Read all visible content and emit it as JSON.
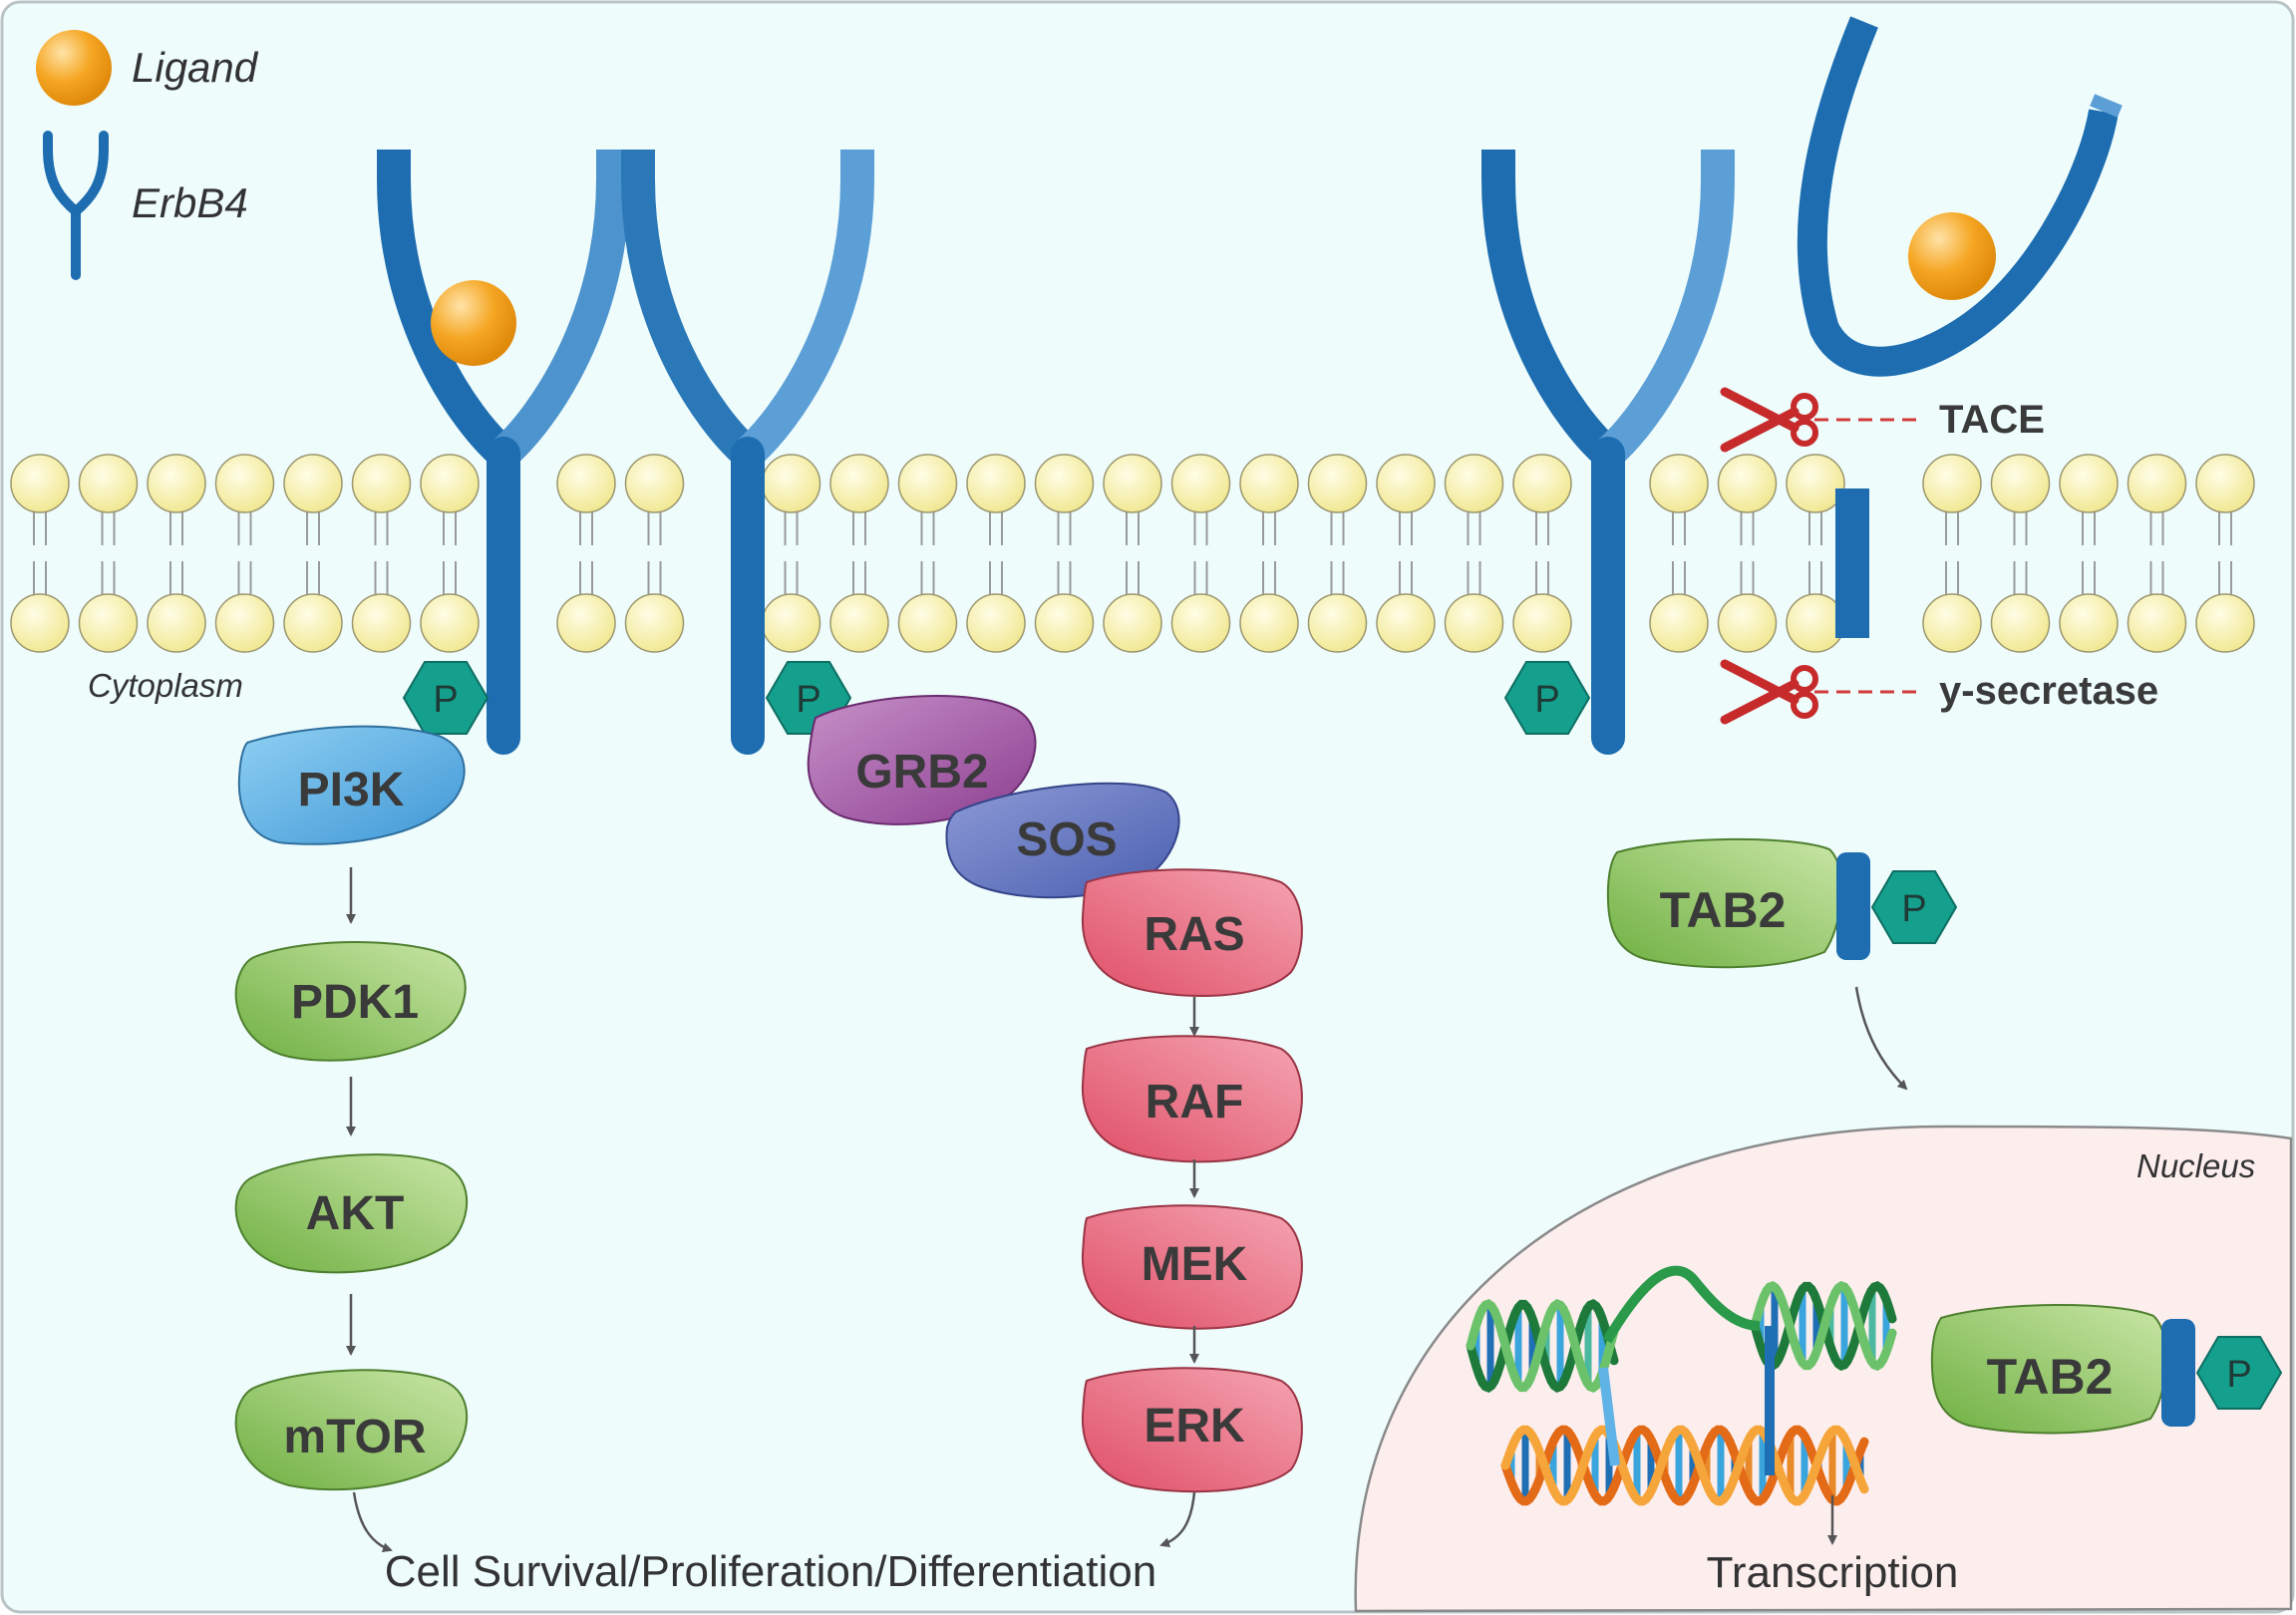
{
  "legend": {
    "ligand_label": "Ligand",
    "receptor_label": "ErbB4"
  },
  "compartments": {
    "cytoplasm": "Cytoplasm",
    "nucleus": "Nucleus"
  },
  "cleavage": {
    "tace": "TACE",
    "gamma_secretase": "y-secretase"
  },
  "phospho_label": "P",
  "pi3k_pathway": {
    "pi3k": "PI3K",
    "pdk1": "PDK1",
    "akt": "AKT",
    "mtor": "mTOR"
  },
  "mapk_pathway": {
    "grb2": "GRB2",
    "sos": "SOS",
    "ras": "RAS",
    "raf": "RAF",
    "mek": "MEK",
    "erk": "ERK"
  },
  "nuclear_pathway": {
    "tab2_cytoplasm": "TAB2",
    "tab2_nucleus": "TAB2"
  },
  "outcomes": {
    "cell_fate": "Cell Survival/Proliferation/Differentiation",
    "transcription": "Transcription"
  },
  "colors": {
    "background": "#eefcfc",
    "nucleus_fill": "#fdeeee",
    "receptor_blue": "#1f74b8",
    "ligand_orange": "#f5a623",
    "lipid_head": "#f8f3b4",
    "phospho_teal": "#14a08d",
    "pi3k_blue": "#5eb3e4",
    "green_protein": "#8ec65a",
    "grb2_purple": "#a75aa8",
    "sos_blue": "#6276c0",
    "pink_protein": "#e86379",
    "scissors_red": "#c62a2a"
  }
}
